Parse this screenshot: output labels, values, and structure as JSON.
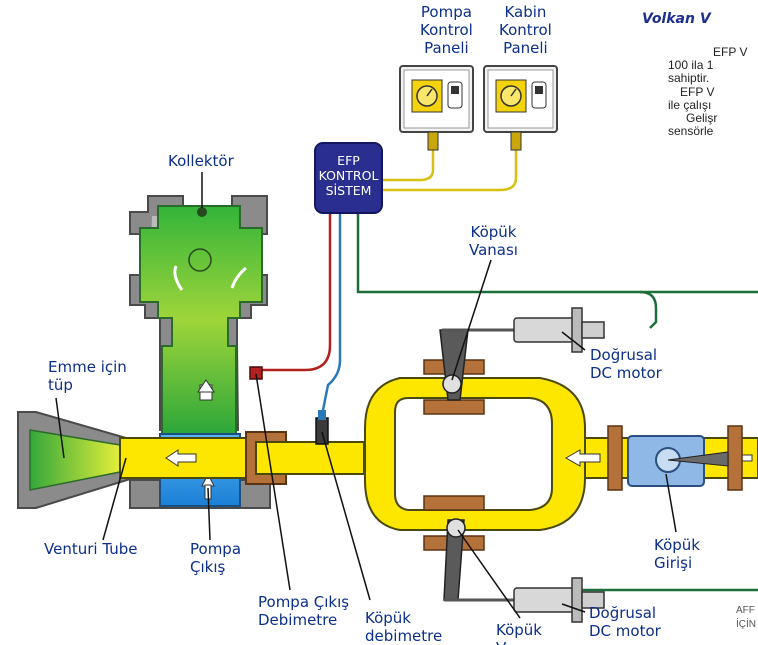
{
  "labels": {
    "pump_panel": [
      "Pompa",
      "Kontrol",
      "Paneli"
    ],
    "cabin_panel": [
      "Kabin",
      "Kontrol",
      "Paneli"
    ],
    "efp_system": [
      "EFP",
      "KONTROL",
      "SİSTEM"
    ],
    "collector": "Kollektör",
    "foam_valve": [
      "Köpük",
      "Vanası"
    ],
    "suction_tube": [
      "Emme için",
      "tüp"
    ],
    "linear_motor_top": [
      "Doğrusal",
      "DC motor"
    ],
    "linear_motor_bottom": [
      "Doğrusal",
      "DC motor"
    ],
    "venturi": "Venturi Tube",
    "pump_outlet": [
      "Pompa",
      "Çıkış"
    ],
    "pump_flowmeter": [
      "Pompa Çıkış",
      "Debimetre"
    ],
    "foam_flowmeter": [
      "Köpük",
      "debimetre"
    ],
    "foam_bottom": [
      "Köpük",
      "V"
    ],
    "foam_inlet": [
      "Köpük",
      "Girişi"
    ]
  },
  "side_panel": {
    "title": "Volkan V",
    "lines": [
      "EFP V",
      "100 ila 1",
      "sahiptir.",
      "EFP V",
      "ile çalışı",
      "Gelişr",
      "sensörle"
    ]
  },
  "footnote": [
    "AFF",
    "İÇİN"
  ],
  "colors": {
    "label_text": "#0b2f8a",
    "pipe_yellow": "#fde600",
    "body_green": "#3fb83a",
    "body_blue": "#1e90e0",
    "control_box": "#2a2f8f",
    "flange_brown": "#b5713a",
    "wire_green": "#1d6e3a",
    "wire_red": "#b32020",
    "wire_blue": "#2a78b8"
  },
  "icons": [
    "dial-icon",
    "switch-icon",
    "arrow-left-icon",
    "arrow-up-icon"
  ]
}
